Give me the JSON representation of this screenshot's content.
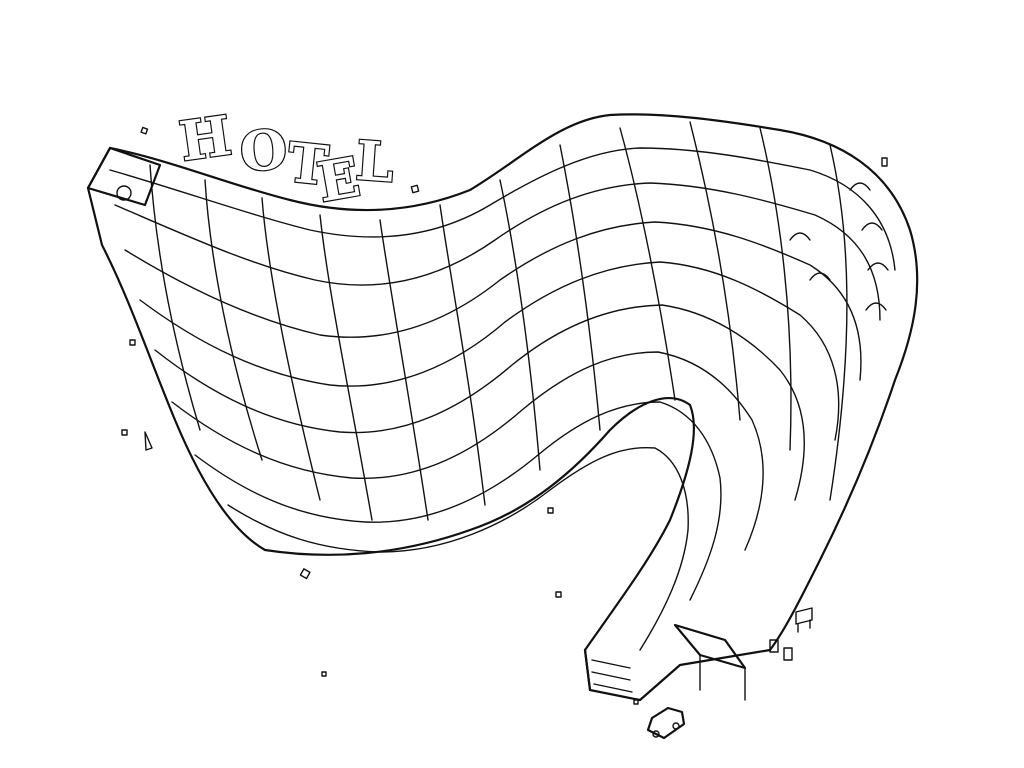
{
  "sign": {
    "letters": [
      "H",
      "O",
      "T",
      "E",
      "L"
    ]
  },
  "colors": {
    "ink": "#111111",
    "paper": "#ffffff"
  }
}
